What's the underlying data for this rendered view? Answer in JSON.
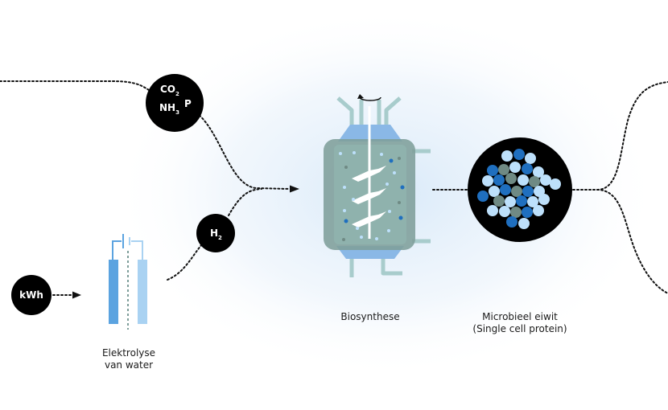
{
  "nodes": {
    "co2": {
      "main": "CO",
      "sub": "2"
    },
    "nh3": {
      "main": "NH",
      "sub": "3"
    },
    "p": {
      "text": "P"
    },
    "h2": {
      "main": "H",
      "sub": "2"
    },
    "kwh": {
      "text": "kWh"
    }
  },
  "labels": {
    "electrolysis": [
      "Elektrolyse",
      "van water"
    ],
    "biosynthesis": "Biosynthese",
    "protein": [
      "Microbieel eiwit",
      "(Single cell protein)"
    ]
  },
  "colors": {
    "node_fill": "#000000",
    "electrode_dark": "#5ba3e0",
    "electrode_light": "#a9d2f2",
    "reactor_body": "#7e9e9a",
    "reactor_cap": "#8ab8e6",
    "glow": "#dcebf8",
    "dot_dark": "#1f6fbf",
    "dot_light": "#bde0fb",
    "dot_grey": "#6f8a84"
  },
  "icons": {
    "rotation": "rotation-arrow-icon",
    "stirrer": "stirrer-blade-icon",
    "arrow": "arrow-head-icon"
  }
}
